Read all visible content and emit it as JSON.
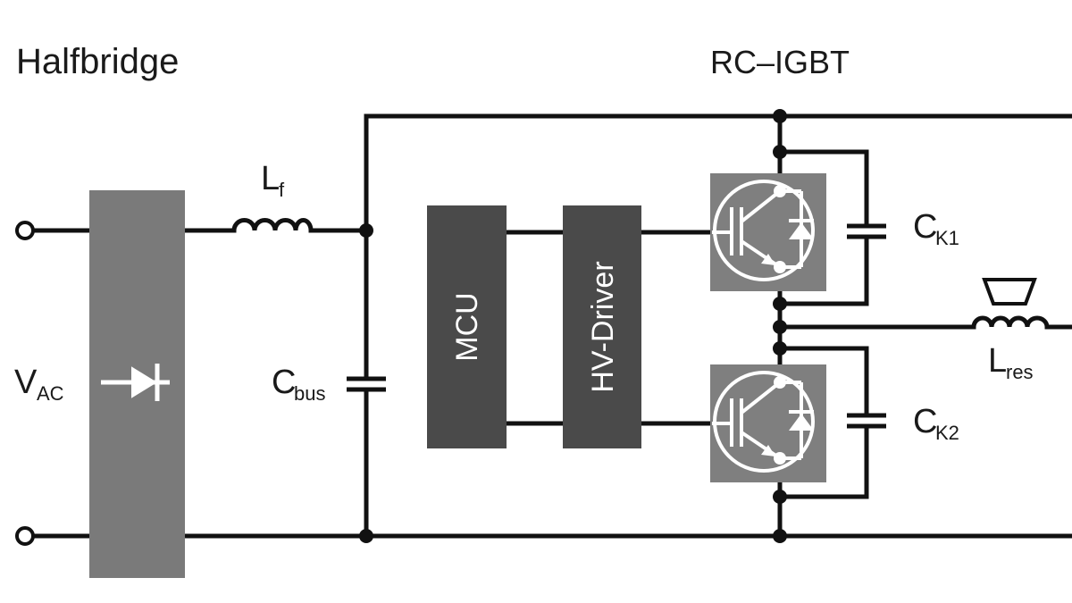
{
  "titles": {
    "left": "Halfbridge",
    "right": "RC–IGBT"
  },
  "labels": {
    "vac_main": "V",
    "vac_sub": "AC",
    "lf_main": "L",
    "lf_sub": "f",
    "cbus_main": "C",
    "cbus_sub": "bus",
    "ck1_main": "C",
    "ck1_sub": "K1",
    "ck2_main": "C",
    "ck2_sub": "K2",
    "lres_main": "L",
    "lres_sub": "res"
  },
  "blocks": {
    "mcu": "MCU",
    "driver": "HV-Driver"
  },
  "colors": {
    "wire": "#111111",
    "rectifier": "#7a7a7a",
    "control_block": "#4a4a4a",
    "igbt_box": "#7f7f7f",
    "symbol": "#ffffff"
  }
}
